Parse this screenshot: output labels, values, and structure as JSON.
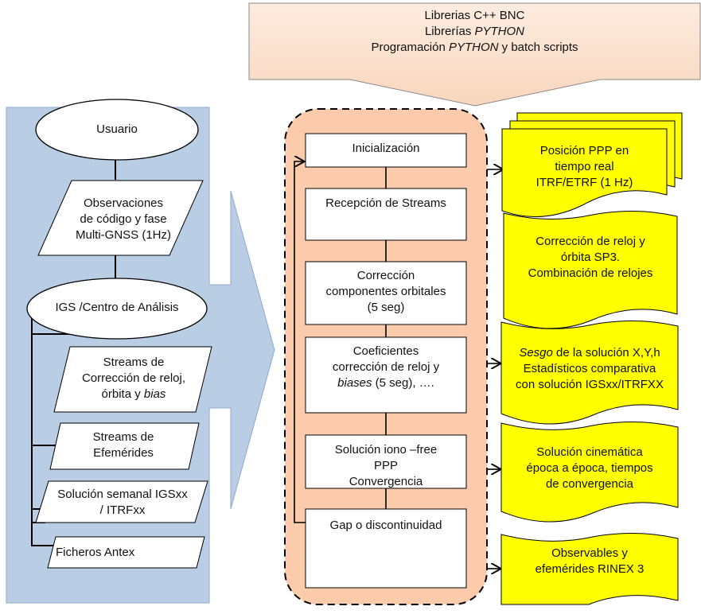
{
  "header": {
    "line1": "Librerias C++ BNC",
    "line2_a": "Librerías ",
    "line2_b": "PYTHON",
    "line3_a": "Programación ",
    "line3_b": "PYTHON",
    "line3_c": "  y batch scripts"
  },
  "inputs": {
    "usuario": "Usuario",
    "observaciones": [
      "Observaciones",
      "de código y fase",
      "Multi-GNSS (1Hz)"
    ],
    "igs": "IGS /Centro de Análisis",
    "streams_correccion": [
      "Streams de",
      "Corrección de reloj,"
    ],
    "streams_correccion_last_a": "órbita y ",
    "streams_correccion_last_b": "bias",
    "streams_efemerides": [
      "Streams de",
      "Efemérides"
    ],
    "solucion_semanal": [
      "Solución semanal IGSxx",
      "/ ITRFxx"
    ],
    "ficheros_antex": "Ficheros Antex"
  },
  "process": {
    "inicializacion": "Inicialización",
    "recepcion": "Recepción de Streams",
    "correccion": [
      "Corrección",
      "componentes orbitales",
      "(5 seg)"
    ],
    "coeficientes": [
      "Coeficientes",
      "corrección de reloj y"
    ],
    "coeficientes_last_a": "biases",
    "coeficientes_last_b": " (5 seg), ….",
    "solucion_iono": [
      "Solución iono –free",
      "PPP",
      "Convergencia"
    ],
    "gap": "Gap o discontinuidad"
  },
  "outputs": {
    "posicion": [
      "Posición PPP en",
      "tiempo real",
      "ITRF/ETRF (1 Hz)"
    ],
    "correccion_reloj": [
      "Corrección de reloj y",
      "órbita SP3.",
      "Combinación de relojes"
    ],
    "sesgo_a": "Sesgo",
    "sesgo_b": " de la solución X,Y,h",
    "sesgo_rest": [
      "Estadísticos  comparativa",
      "con solución IGSxx/ITRFXX"
    ],
    "cinematica": [
      "Solución cinemática",
      "época a época, tiempos",
      "de convergencia"
    ],
    "observables": [
      "Observables y",
      "efemérides RINEX 3"
    ]
  },
  "colors": {
    "header_fill": "#fbe3d2",
    "left_panel": "#b9cde5",
    "big_arrow": "#b9cde5",
    "process_panel": "#fbcbab",
    "output_yellow": "#ffff00"
  }
}
